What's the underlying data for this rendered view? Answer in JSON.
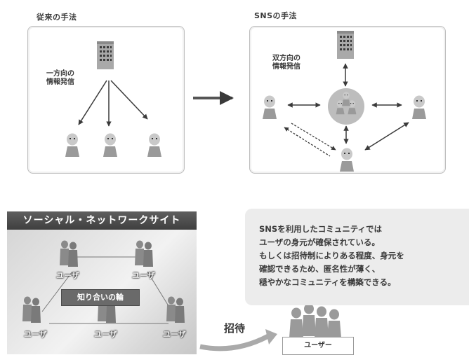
{
  "sections": {
    "traditional_title": "従来の手法",
    "sns_title": "SNSの手法"
  },
  "labels": {
    "one_way": [
      "一方向の",
      "情報発信"
    ],
    "two_way": [
      "双方向の",
      "情報発信"
    ]
  },
  "banner": {
    "title": "ソーシャル・ネットワークサイト"
  },
  "network": {
    "user_label": "ユーザ",
    "acquaintance_label": "知り合いの輪"
  },
  "description": {
    "lines": [
      "SNSを利用したコミュニティでは",
      "ユーザの身元が確保されている。",
      "もしくは招待制によりある程度、身元を",
      "確認できるため、匿名性が薄く、",
      "穏やかなコミュニティを構築できる。"
    ]
  },
  "invite": {
    "label": "招待",
    "new_user_label": "ユーザー"
  },
  "colors": {
    "person_head": "#c9c9c9",
    "person_body": "#9a9a9a",
    "building": "#a9a9a9",
    "arrow": "#3a3a3a",
    "banner": "#4d4d4d",
    "panel_bg": "#ececec"
  }
}
